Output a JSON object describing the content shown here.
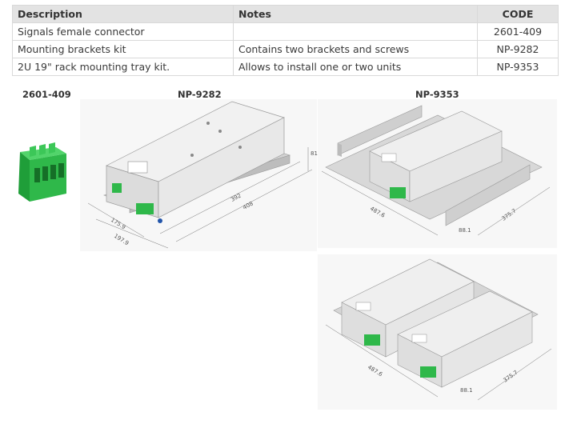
{
  "table": {
    "headers": [
      "Description",
      "Notes",
      "CODE"
    ],
    "rows": [
      {
        "description": "Signals female connector",
        "notes": "",
        "code": "2601-409"
      },
      {
        "description": "Mounting brackets kit",
        "notes": "Contains two brackets and screws",
        "code": "NP-9282"
      },
      {
        "description": "2U 19\" rack mounting tray kit.",
        "notes": "Allows to install one or two units",
        "code": "NP-9353"
      }
    ]
  },
  "figures": {
    "connector_label": "2601-409",
    "brackets_label": "NP-9282",
    "tray_label": "NP-9353",
    "brackets_dims": [
      "81",
      "392",
      "408",
      "175.9",
      "197.9"
    ],
    "tray_dims": [
      "487.6",
      "375.7",
      "88.1"
    ],
    "tray2_dims": [
      "487.6",
      "375.7",
      "88.1"
    ]
  },
  "colors": {
    "header_bg": "#e3e3e3",
    "border": "#d9d9d9",
    "connector_green": "#2fb84a",
    "chassis_gray": "#e6e6e6"
  }
}
